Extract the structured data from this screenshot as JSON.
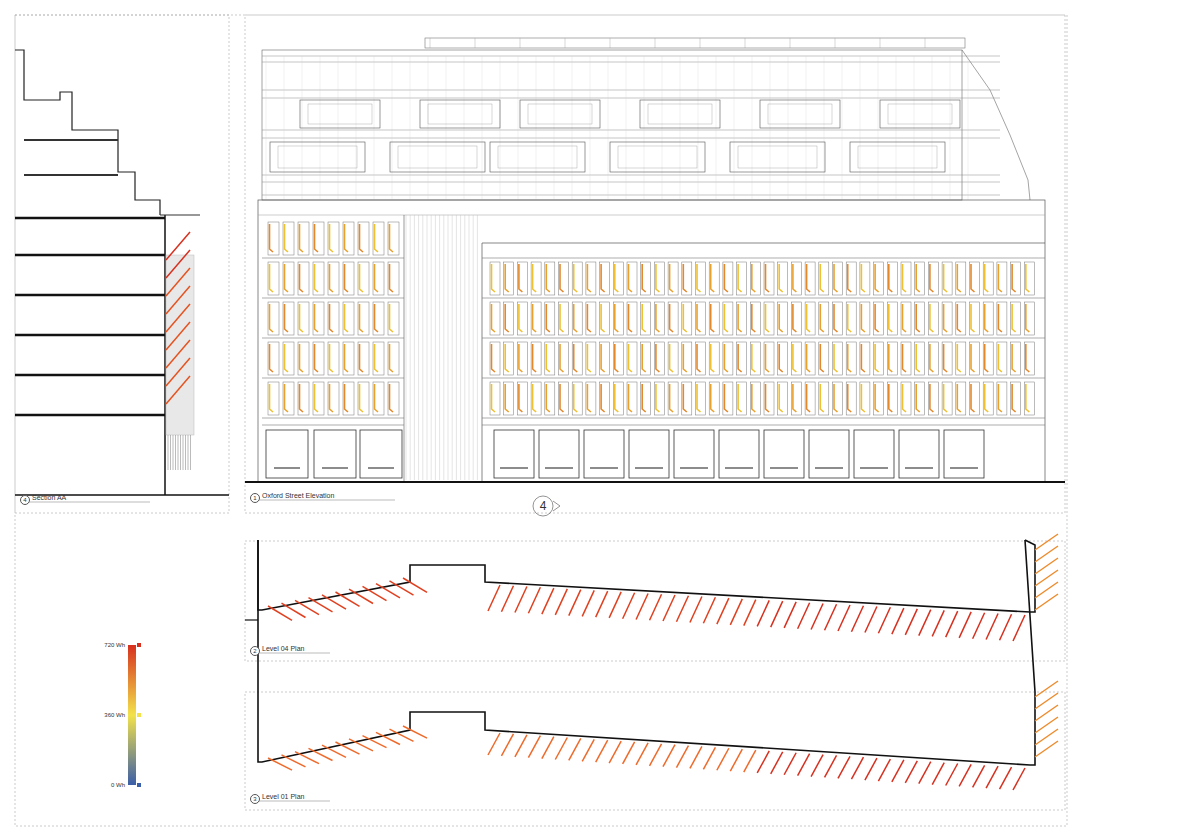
{
  "diagram": {
    "labels": [
      "4",
      "Section AA",
      "1",
      "Oxford Street Elevation",
      "4",
      "2",
      "Level 04 Plan",
      "3",
      "Level 01 Plan"
    ],
    "legend": [
      {
        "text": "720 Wh",
        "color": "#d7301f"
      },
      {
        "text": "360 Wh",
        "color": "#f3e24a"
      },
      {
        "text": "0 Wh",
        "color": "#3b5ea8"
      }
    ]
  }
}
